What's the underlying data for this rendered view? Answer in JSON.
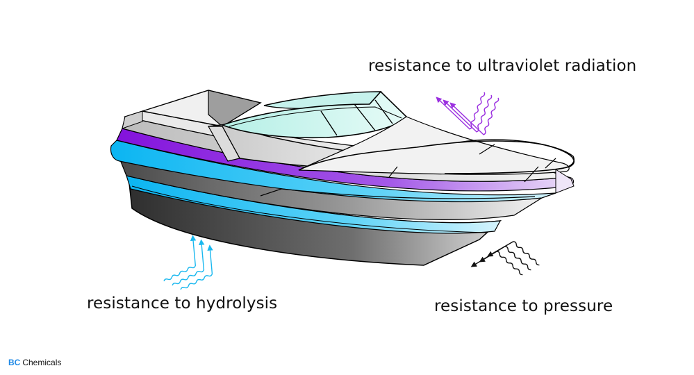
{
  "labels": {
    "uv": "resistance to ultraviolet radiation",
    "hydrolysis": "resistance to hydrolysis",
    "pressure": "resistance to pressure"
  },
  "brand": {
    "abbr": "BC",
    "name": "Chemicals"
  },
  "colors": {
    "uv_waves": "#9b30e0",
    "hydrolysis_waves": "#1ab8ef",
    "pressure_waves": "#111111",
    "brand_accent": "#1e88e5",
    "stripe_purple": "#8e1fe0",
    "stripe_cyan": "#19bff5",
    "windshield": "#c9f5ee"
  }
}
